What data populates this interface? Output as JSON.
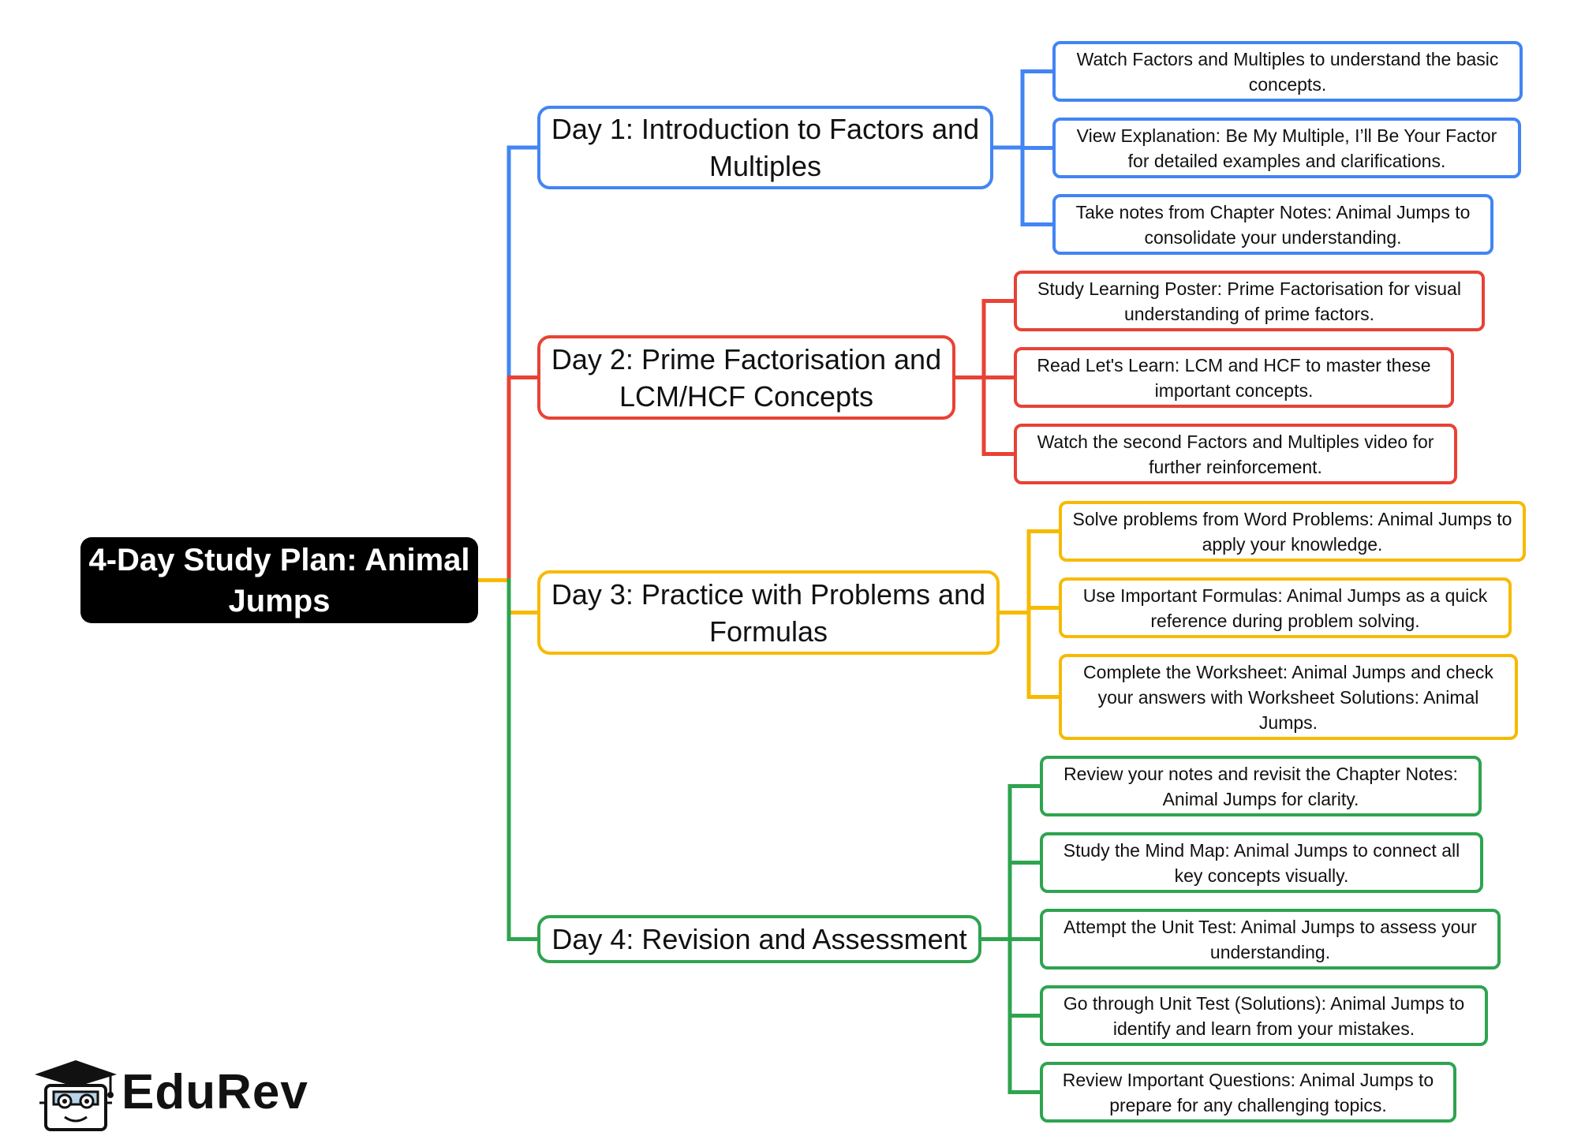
{
  "colors": {
    "day1": "#4285F4",
    "day2": "#E84235",
    "day3": "#F7BA00",
    "day4": "#2EA44F",
    "root_bg": "#000000"
  },
  "root": {
    "title": "4-Day Study Plan: Animal Jumps"
  },
  "days": [
    {
      "title": "Day 1: Introduction to Factors and Multiples",
      "tasks": [
        "Watch Factors and Multiples to understand the basic concepts.",
        "View Explanation: Be My Multiple, I’ll Be Your Factor for detailed examples and clarifications.",
        "Take notes from Chapter Notes: Animal Jumps to consolidate your understanding."
      ]
    },
    {
      "title": "Day 2: Prime Factorisation and LCM/HCF Concepts",
      "tasks": [
        "Study Learning Poster: Prime Factorisation for visual understanding of prime factors.",
        "Read Let's Learn: LCM and HCF to master these important concepts.",
        "Watch the second Factors and Multiples video for further reinforcement."
      ]
    },
    {
      "title": "Day 3: Practice with Problems and Formulas",
      "tasks": [
        "Solve problems from Word Problems: Animal Jumps to apply your knowledge.",
        "Use Important Formulas: Animal Jumps as a quick reference during problem solving.",
        "Complete the Worksheet: Animal Jumps and check your answers with Worksheet Solutions: Animal Jumps."
      ]
    },
    {
      "title": "Day 4: Revision and Assessment",
      "tasks": [
        "Review your notes and revisit the Chapter Notes: Animal Jumps for clarity.",
        "Study the Mind Map: Animal Jumps to connect all key concepts visually.",
        "Attempt the Unit Test: Animal Jumps to assess your understanding.",
        "Go through Unit Test (Solutions): Animal Jumps to identify and learn from your mistakes.",
        "Review Important Questions: Animal Jumps to prepare for any challenging topics."
      ]
    }
  ],
  "logo": {
    "text": "EduRev",
    "icon": "graduation-cap-mascot-icon"
  }
}
